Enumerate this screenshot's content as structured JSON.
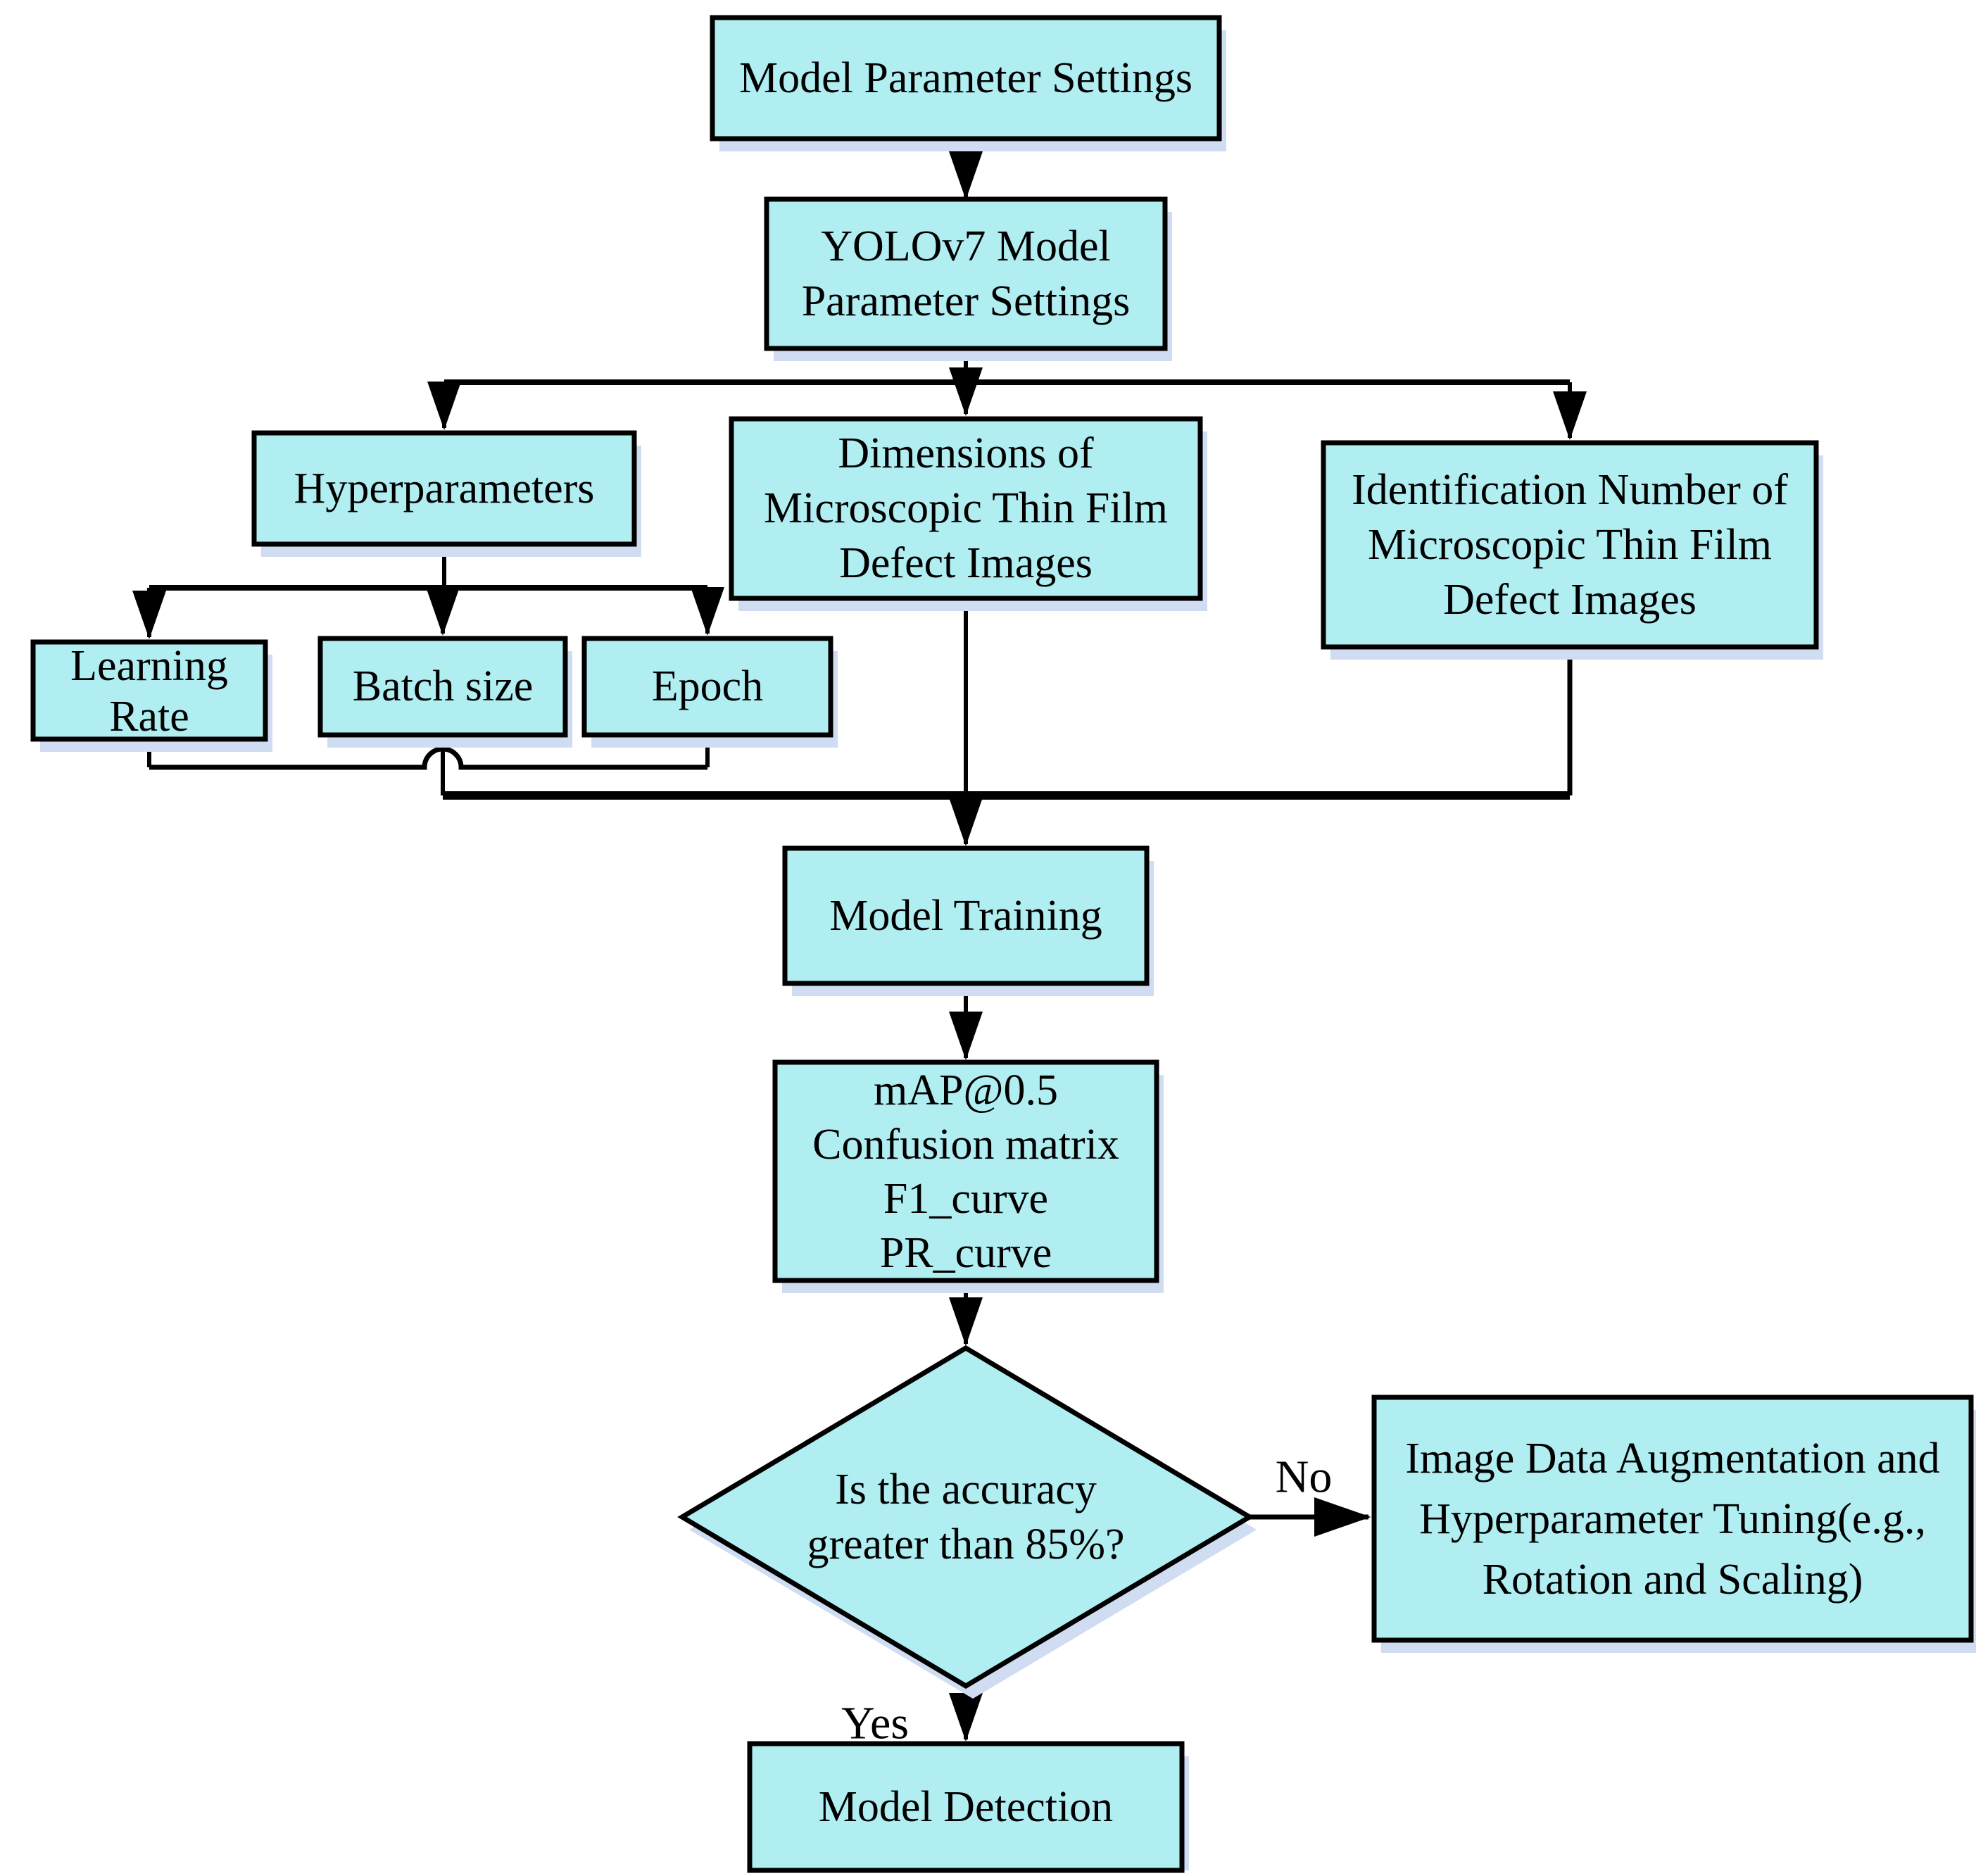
{
  "diagram": {
    "title": "YOLOv7 model training flowchart",
    "colors": {
      "node_fill": "#b0eef2",
      "node_border": "#000000",
      "shadow": "#cfdcf1",
      "background": "#ffffff",
      "text": "#000000"
    },
    "nodes": {
      "model_parameter_settings": {
        "lines": [
          "Model Parameter Settings"
        ]
      },
      "yolov7_settings": {
        "lines": [
          "YOLOv7 Model",
          "Parameter Settings"
        ]
      },
      "hyperparameters": {
        "lines": [
          "Hyperparameters"
        ]
      },
      "dimensions": {
        "lines": [
          "Dimensions of",
          "Microscopic Thin Film",
          "Defect Images"
        ]
      },
      "identification": {
        "lines": [
          "Identification Number of",
          "Microscopic Thin Film",
          "Defect Images"
        ]
      },
      "learning_rate": {
        "lines": [
          "Learning",
          "Rate"
        ]
      },
      "batch_size": {
        "lines": [
          "Batch size"
        ]
      },
      "epoch": {
        "lines": [
          "Epoch"
        ]
      },
      "model_training": {
        "lines": [
          "Model Training"
        ]
      },
      "evaluation_metrics": {
        "lines": [
          "mAP@0.5",
          "Confusion matrix",
          "F1_curve",
          "PR_curve"
        ]
      },
      "accuracy_decision": {
        "lines": [
          "Is the accuracy",
          "greater than 85%?"
        ]
      },
      "augmentation": {
        "lines": [
          "Image Data Augmentation and",
          "Hyperparameter Tuning(e.g.,",
          "Rotation and Scaling)"
        ]
      },
      "model_detection": {
        "lines": [
          "Model Detection"
        ]
      }
    },
    "edge_labels": {
      "no": "No",
      "yes": "Yes"
    }
  }
}
